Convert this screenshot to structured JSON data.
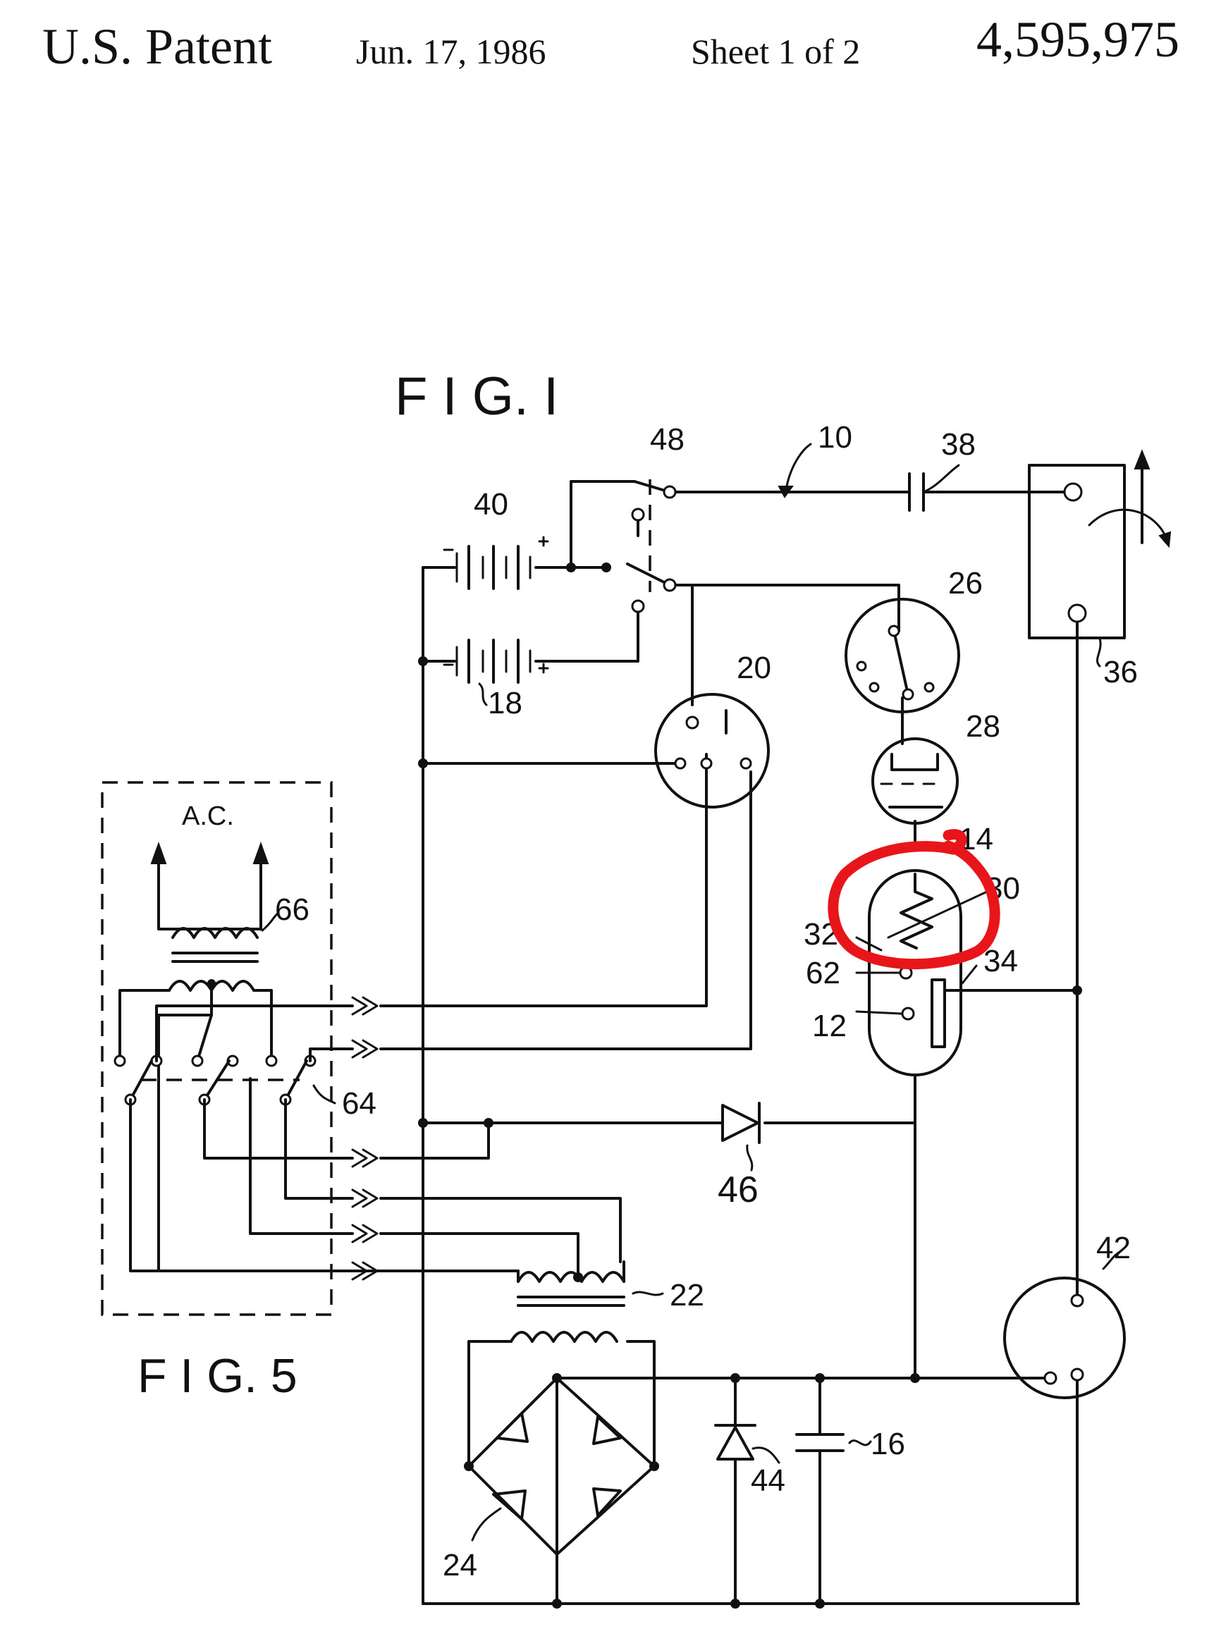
{
  "header": {
    "title": "U.S. Patent",
    "date": "Jun. 17, 1986",
    "sheet": "Sheet 1 of 2",
    "patent_number": "4,595,975"
  },
  "figures": {
    "fig1_title": "F I G. I",
    "fig5_title": "F I G. 5",
    "ac_label": "A.C."
  },
  "labels": {
    "r10": "10",
    "r12": "12",
    "r14": "14",
    "r16": "16",
    "r18": "18",
    "r20": "20",
    "r22": "22",
    "r24": "24",
    "r26": "26",
    "r28": "28",
    "r30": "30",
    "r32": "32",
    "r34": "34",
    "r36": "36",
    "r38": "38",
    "r40": "40",
    "r42": "42",
    "r44": "44",
    "r46": "46",
    "r48": "48",
    "r62": "62",
    "r64": "64",
    "r66": "66"
  },
  "annotation": {
    "highlight_color": "#e8151b"
  },
  "colors": {
    "ink": "#111111",
    "paper": "#ffffff"
  }
}
